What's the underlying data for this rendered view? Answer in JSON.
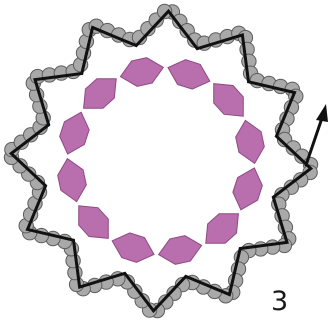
{
  "diagram": {
    "step_number": "3",
    "outer_star_points": 12,
    "bicone_bead_count": 12,
    "colors": {
      "background": "#ffffff",
      "seed_bead_fill": "#a9a9a9",
      "seed_bead_outline": "#5d5d5d",
      "bicone_bead_fill": "#b96eae",
      "bicone_bead_outline": "#8e4a83",
      "thread": "#111111"
    },
    "icons": {
      "thread_direction": "arrow-up-icon"
    }
  }
}
